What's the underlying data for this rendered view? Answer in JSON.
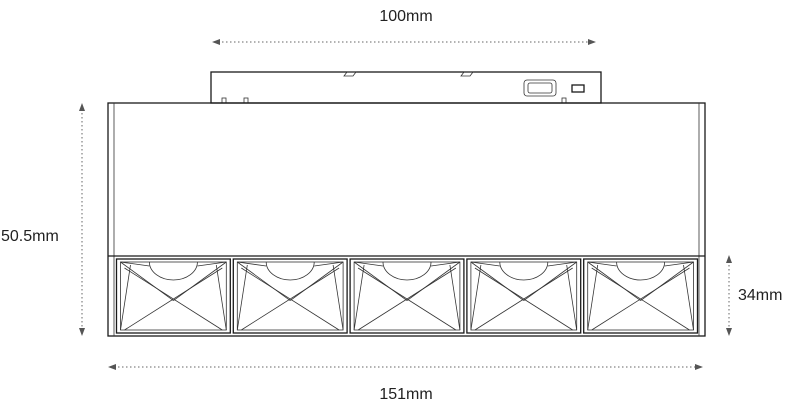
{
  "dimensions": {
    "top_width": "100mm",
    "height": "50.5mm",
    "lens_height": "34mm",
    "bottom_width": "151mm"
  },
  "module_count": 5,
  "colors": {
    "outline": "#1a1a1a",
    "dimension_line": "#666666",
    "label": "#222222"
  }
}
